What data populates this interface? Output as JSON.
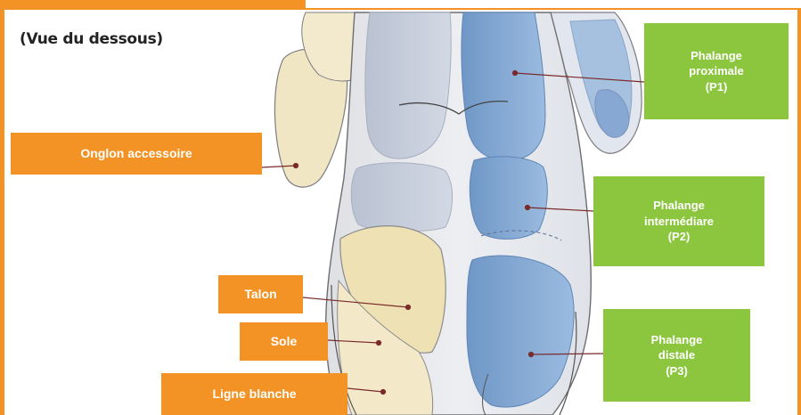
{
  "caption": "(Vue du dessous)",
  "labels": {
    "onglon": "Onglon accessoire",
    "talon": "Talon",
    "sole": "Sole",
    "ligne": "Ligne blanche",
    "p1": {
      "line1": "Phalange",
      "line2": "proximale",
      "line3": "(P1)"
    },
    "p2": {
      "line1": "Phalange",
      "line2": "intermédiare",
      "line3": "(P2)"
    },
    "p3": {
      "line1": "Phalange",
      "line2": "distale",
      "line3": "(P3)"
    }
  },
  "colors": {
    "frame": "#f39325",
    "label_orange": "#f39325",
    "label_green": "#8cc63f",
    "bone_blue": "#7fa6d0",
    "horn_cream": "#efe2b6"
  }
}
